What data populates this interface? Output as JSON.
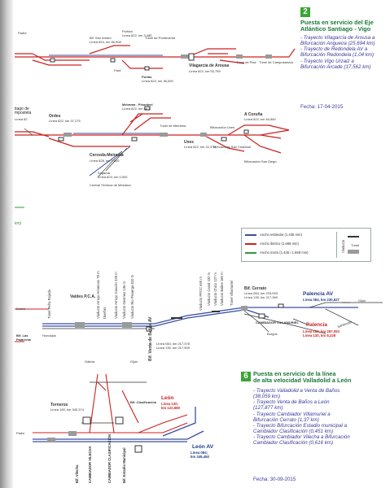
{
  "section2": {
    "number": "2",
    "title_lines": [
      "Puesta en servicio del Eje",
      "Atlántico Santiago - Vigo"
    ],
    "items": [
      "- Trayecto Vilagarcía de Arousa a",
      "Bifurcación Angueira (25,694 km)",
      "- Trayecto de Redondela AV a",
      "Bifurcación Redondela (1,04 km)",
      "- Trayecto Vigo Urzaiz a",
      "Bifurcación Arcade (17,562 km)"
    ],
    "date": "Fecha: 17-04-2015"
  },
  "section6": {
    "number": "6",
    "title_lines": [
      "Puesta en servicio de la línea",
      "de alta velocidad Valladolid a León"
    ],
    "items": [
      "- Trayecto Valladolid a Venta de Baños",
      "(38,059 km)",
      "- Trayecto Venta de Baños a León",
      "(127,877 km)",
      "- Trayecto Cambiador Villamuriel a",
      "Bifurcación Cerrato (1,37 km)",
      "- Trayecto Bifurcación Estadio municipal a",
      "Cambiador Clasificación (0,451 km)",
      "- Trayecto Cambiador Vilecha a Bifurcación",
      "Cambiador Clasificación (0,616 km)"
    ],
    "date": "Fecha: 30-09-2015"
  },
  "legend": {
    "rows": [
      "Ancho estándar (1.435 mm)",
      "Ancho ibérico (1.668 mm)",
      "Ancho mixto (1.435 / 1.668 mm)"
    ],
    "viaducto": "Viaducto",
    "tunel": "Túnel",
    "colors": {
      "standard": "#3a4fa0",
      "iberian": "#cc2020",
      "mixed": "#2e9a3a"
    }
  },
  "map_top": {
    "stations": {
      "porto": "Portela",
      "fiaxil": "Faxil",
      "portas": "Portas",
      "vilagarcia": "Vilagarcía de Arousa",
      "ordes": "Ordes",
      "merelo_posto": "Meirama - Pisonteel",
      "cerceda": "Cerceda-Meirama",
      "sogama": "Sogama",
      "uxes": "Uxes",
      "acoruna": "A Coruña",
      "santiago": "tiago de mpostela",
      "padre": "Padre",
      "central": "Central Térmica de Meirama",
      "bif_san_amaro": "Bif. San Amaro",
      "bif_uxes": "Bifurcación Uxes",
      "bif_san_diego": "Bifurcación San Diego",
      "mercancias": "Mercancías San Cristóbal",
      "tunel_pisa": "Túnel de Pisa",
      "tunel_camposancos": "Túnel de Camposancos",
      "tunel_pontevedra": "Túnel de Pontevedra",
      "tunel_meirama": "Túnel de Meirama"
    },
    "km": {
      "portela": "Línea 822, km 3,485",
      "vilagarcia": "Línea 822, km 53,759",
      "ordes": "Línea 822, km 37,275",
      "portas": "Línea 822, km 36,000",
      "uxes": "Línea 822, km 22,370",
      "acoruna": "Línea 822, km 84,560",
      "cerceda": "Línea 828, km 0,000",
      "merelo": "Línea 822, km 64,7",
      "sogama": "Línea 824, km 0,000",
      "bif_san_amaro": "Línea 824, km 56,908"
    }
  },
  "map_bottom": {
    "palencia_av": {
      "name": "Palencia AV",
      "km": "Línea 084, km 230,627"
    },
    "palencia": {
      "name": "Palencia",
      "km": [
        "Línea 160, km 287,053",
        "Línea 130, km 8,228"
      ]
    },
    "bif_cerrato": {
      "name": "Bif. Cerrato",
      "km": [
        "Línea 084, km 233,093",
        "Línea 130, km 217,360"
      ]
    },
    "cambiador": "CAMBIADOR VILLAMURIEL",
    "burgos": "Burgos",
    "gijon": "Gijón",
    "santander": "Santander",
    "venta_banos": {
      "name": "Bif. Venta de Baños AV",
      "km": [
        "Línea 084, km 217,078",
        "Línea 130, km 217,500"
      ]
    },
    "hondojos": "Hondojos",
    "duero": "Duero",
    "valladolid_pce": "Valdes P.C.A.",
    "dueñas": "Dueñas",
    "leon": {
      "name": "León",
      "km": [
        "Línea 130;",
        "km 122,669"
      ]
    },
    "leon_av": {
      "name": "León AV",
      "km": [
        "Línea 084;",
        "km 345,450"
      ]
    },
    "torneros": {
      "name": "Torneros",
      "km": "Línea 160, km 345,374"
    },
    "galicia": "Galicia",
    "gijon2": "Gijón",
    "palen": "Palen",
    "bif_clasificacion": "Bif. Clasificación",
    "bif_vilecha": "Bif. Vilecha",
    "bif_estadio": "Bif. Estadio Municipal",
    "cambiador_vilecha": "CAMBIADOR VILECHA",
    "cambiador_clasif": "CAMBIADOR CLASIFICACIÓN",
    "tunel_pena": "Túnel Peña Rojada",
    "tunel_villamuriel": "Túnel Villamuriel",
    "bif_las": "Bif. Las Pajareras",
    "vertical_labels": [
      "Viaducto Arroyo Antanoso 78 m",
      "Viaducto Arroyo Cascón 229 m",
      "Viaducto Geomez 136 m",
      "Viaducto Rio Pisuerga 810 m",
      "Viaducto PPCC 650 m",
      "Viaducto Canal 432 m",
      "Viaducto Chico 127 m",
      "Viaducto Balles 180 m"
    ]
  },
  "left_fragments": {
    "santiago": [
      "tiago de",
      "mpostela"
    ],
    "km": "Línea 82",
    "km_fragment": "km)",
    "duero": "Duero",
    "bif": [
      "Bif. Las",
      "Pajareras"
    ]
  }
}
